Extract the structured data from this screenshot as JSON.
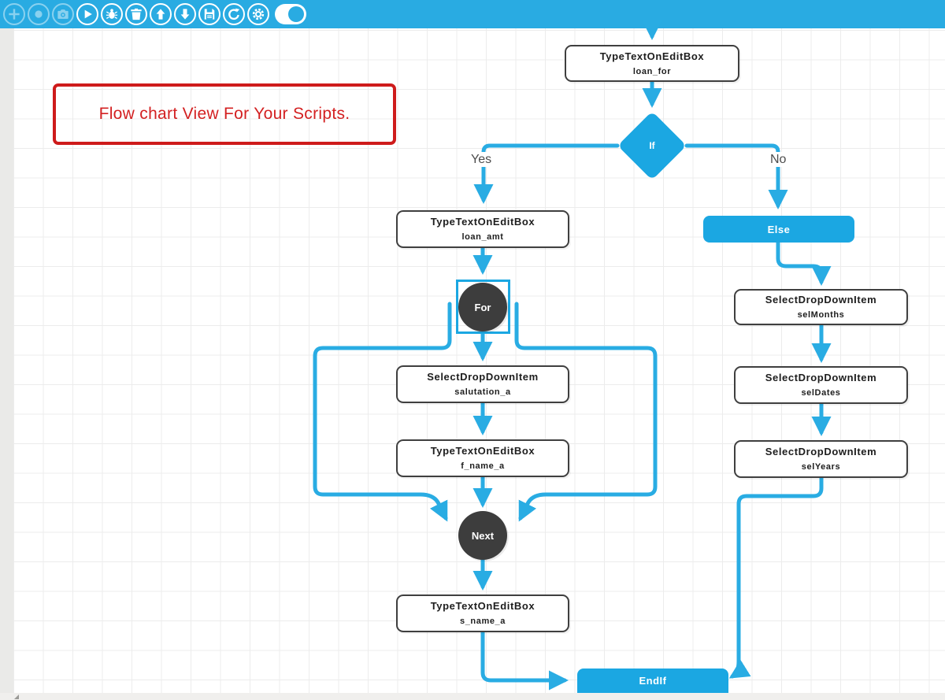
{
  "toolbar": {
    "background_color": "#29ABE2",
    "buttons": [
      {
        "name": "add",
        "icon": "plus-icon",
        "disabled": true
      },
      {
        "name": "record",
        "icon": "record-icon",
        "disabled": true
      },
      {
        "name": "capture",
        "icon": "camera-icon",
        "disabled": true
      },
      {
        "name": "run",
        "icon": "play-icon",
        "disabled": false
      },
      {
        "name": "debug",
        "icon": "bug-icon",
        "disabled": false
      },
      {
        "name": "delete",
        "icon": "trash-icon",
        "disabled": false
      },
      {
        "name": "move-up",
        "icon": "arrow-up-icon",
        "disabled": false
      },
      {
        "name": "move-down",
        "icon": "arrow-down-icon",
        "disabled": false
      },
      {
        "name": "save",
        "icon": "save-icon",
        "disabled": false
      },
      {
        "name": "refresh",
        "icon": "refresh-icon",
        "disabled": false
      },
      {
        "name": "settings",
        "icon": "gear-icon",
        "disabled": false
      }
    ],
    "toggle_state": "on"
  },
  "annotation": {
    "text": "Flow chart View For Your Scripts.",
    "color": "#d32021"
  },
  "flowchart": {
    "colors": {
      "line_blue": "#29ACE3",
      "node_blue": "#1BA7E2",
      "node_dark": "#3D3D3D",
      "box_border": "#3F3F3F"
    },
    "labels": {
      "yes": "Yes",
      "no": "No"
    },
    "nodes": {
      "loan_for": {
        "title": "TypeTextOnEditBox",
        "subtitle": "loan_for"
      },
      "if_node": {
        "label": "If"
      },
      "loan_amt": {
        "title": "TypeTextOnEditBox",
        "subtitle": "loan_amt"
      },
      "for_node": {
        "label": "For"
      },
      "salutation_a": {
        "title": "SelectDropDownItem",
        "subtitle": "salutation_a"
      },
      "f_name_a": {
        "title": "TypeTextOnEditBox",
        "subtitle": "f_name_a"
      },
      "next_node": {
        "label": "Next"
      },
      "s_name_a": {
        "title": "TypeTextOnEditBox",
        "subtitle": "s_name_a"
      },
      "else_node": {
        "label": "Else"
      },
      "selMonths": {
        "title": "SelectDropDownItem",
        "subtitle": "selMonths"
      },
      "selDates": {
        "title": "SelectDropDownItem",
        "subtitle": "selDates"
      },
      "selYears": {
        "title": "SelectDropDownItem",
        "subtitle": "selYears"
      },
      "endif_node": {
        "label": "EndIf"
      }
    }
  }
}
